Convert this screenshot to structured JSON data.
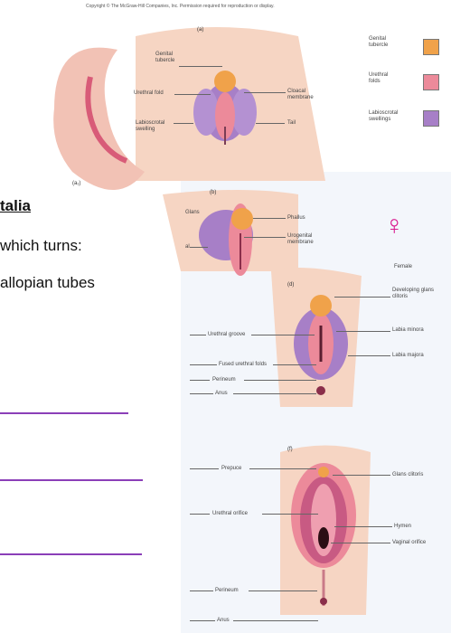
{
  "copyright": "Copyright © The McGraw-Hill Companies, Inc. Permission required for reproduction or display.",
  "slide": {
    "title_fragment": "talia",
    "line1": "which turns:",
    "line2": "allopian tubes"
  },
  "female_symbol": "♀",
  "panels": {
    "a": "(a)",
    "a1": "(a₁)",
    "b": "(b)",
    "d": "(d)",
    "f": "(f)"
  },
  "labels": {
    "genital_tubercle": "Genital tubercle",
    "urethral_fold": "Urethral fold",
    "labioscrotal_swelling": "Labioscrotal swelling",
    "cloacal_membrane": "Cloacal membrane",
    "tail": "Tail",
    "phallus": "Phallus",
    "urogenital_membrane": "Urogenital membrane",
    "glans_partial": "Glans",
    "al_partial": "al",
    "female": "Female",
    "developing_glans": "Developing glans clitoris",
    "urethral_groove": "Urethral groove",
    "labia_minora": "Labia minora",
    "fused_urethral_folds": "Fused urethral folds",
    "labia_majora": "Labia majora",
    "perineum": "Perineum",
    "anus": "Anus",
    "prepuce": "Prepuce",
    "glans_clitoris": "Glans clitoris",
    "urethral_orifice": "Urethral orifice",
    "hymen": "Hymen",
    "vaginal_orifice": "Vaginal orifice",
    "perineum2": "Perineum",
    "anus2": "Anus"
  },
  "legend": [
    {
      "label": "Genital tubercle",
      "color": "#f0a24a"
    },
    {
      "label": "Urethral folds",
      "color": "#ec8a9a"
    },
    {
      "label": "Labioscrotal swellings",
      "color": "#a77fc7"
    }
  ]
}
